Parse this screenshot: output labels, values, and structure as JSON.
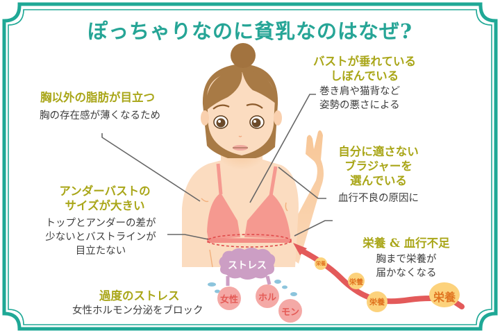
{
  "title": "ぽっちゃりなのに貧乳なのはなぜ?",
  "colors": {
    "frame": "#1fa896",
    "title": "#26a596",
    "heading": "#a9a618",
    "body_text": "#3d3d3d",
    "skin": "#fbdcc0",
    "bra": "#f59990",
    "hair": "#a87a45",
    "stress_cloud": "#cc9ec4",
    "hormone_circle": "#f4a9a6",
    "arrow_red": "#e35a5a",
    "nutrient_circle": "#fcd27c",
    "nutrient_text": "#e07420",
    "leader_line": "#666666"
  },
  "callouts": {
    "fat": {
      "heading": "胸以外の脂肪が目立つ",
      "description": "胸の存在感が薄くなるため"
    },
    "sagging": {
      "heading_lines": [
        "バストが垂れている",
        "しぼんでいる"
      ],
      "description_lines": [
        "巻き肩や猫背など",
        "姿勢の悪さによる"
      ]
    },
    "bra": {
      "heading_lines": [
        "自分に適さない",
        "ブラジャーを",
        "選んでいる"
      ],
      "description": "血行不良の原因に"
    },
    "underbust": {
      "heading_lines": [
        "アンダーバストの",
        "サイズが大きい"
      ],
      "description_lines": [
        "トップとアンダーの差が",
        "少ないとバストラインが",
        "目立たない"
      ]
    },
    "stress": {
      "heading": "過度のストレス",
      "description": "女性ホルモン分泌をブロック"
    },
    "nutrition": {
      "heading": "栄養 & 血行不足",
      "description_lines": [
        "胸まで栄養が",
        "届かなくなる"
      ]
    }
  },
  "illustration": {
    "stress_cloud_label": "ストレス",
    "hormone_bubbles": [
      "女性",
      "ホル",
      "モン"
    ],
    "nutrient_bubbles": [
      "栄養",
      "栄養",
      "栄養",
      "栄養"
    ]
  }
}
